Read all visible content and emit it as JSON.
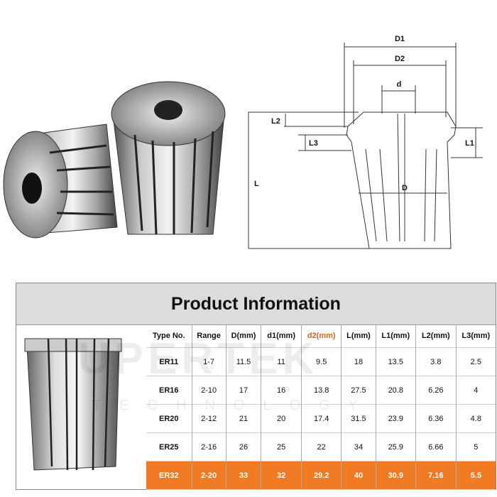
{
  "diagram": {
    "labels": {
      "D1": "D1",
      "D2": "D2",
      "d": "d",
      "L2": "L2",
      "L3": "L3",
      "L1": "L1",
      "L": "L",
      "D": "D"
    }
  },
  "product_info": {
    "title": "Product Information",
    "columns": [
      "Type No.",
      "Range",
      "D(mm)",
      "d1(mm)",
      "d2(mm)",
      "L(mm)",
      "L1(mm)",
      "L2(mm)",
      "L3(mm)"
    ],
    "rows": [
      [
        "ER11",
        "1-7",
        "11.5",
        "11",
        "9.5",
        "18",
        "13.5",
        "3.8",
        "2.5"
      ],
      [
        "ER16",
        "2-10",
        "17",
        "16",
        "13.8",
        "27.5",
        "20.8",
        "6.26",
        "4"
      ],
      [
        "ER20",
        "2-12",
        "21",
        "20",
        "17.4",
        "31.5",
        "23.9",
        "6.36",
        "4.8"
      ],
      [
        "ER25",
        "2-16",
        "26",
        "25",
        "22",
        "34",
        "25.9",
        "6.66",
        "5"
      ],
      [
        "ER32",
        "2-20",
        "33",
        "32",
        "29.2",
        "40",
        "30.9",
        "7.16",
        "5.5"
      ]
    ],
    "highlight_color": "#f07b24"
  },
  "watermark": {
    "line1": "UPERTEK",
    "line2": "TECHNOLOGY"
  }
}
